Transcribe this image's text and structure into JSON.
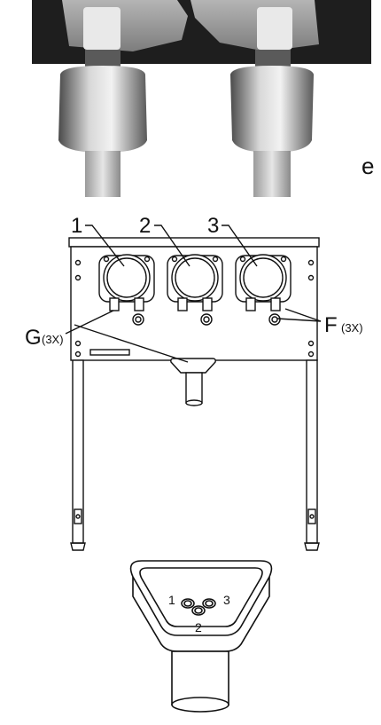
{
  "photo": {
    "partial_text": "e"
  },
  "diagram": {
    "pumps": [
      {
        "number": "1"
      },
      {
        "number": "2"
      },
      {
        "number": "3"
      }
    ],
    "callouts": {
      "g_letter": "G",
      "g_qty": "(3X)",
      "f_letter": "F",
      "f_qty": "(3X)"
    },
    "manifold_ports": [
      {
        "number": "1"
      },
      {
        "number": "2"
      },
      {
        "number": "3"
      }
    ]
  },
  "colors": {
    "line": "#111111",
    "photo_dark": "#1c1c1c",
    "photo_mid": "#8a8a8a",
    "photo_light": "#d9d9d9"
  }
}
